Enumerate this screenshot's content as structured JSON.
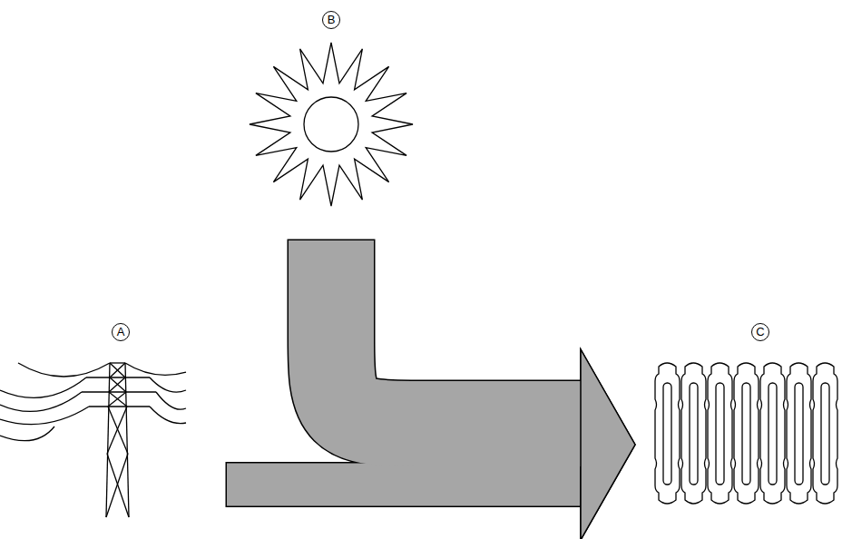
{
  "diagram": {
    "nodes": [
      {
        "text": [
          "A"
        ]
      },
      {
        "text": [
          "B"
        ]
      },
      {
        "text": [
          "C"
        ]
      }
    ],
    "edges": [
      {
        "from": 0,
        "to": 2,
        "arrow": "to"
      },
      {
        "from": 1,
        "to": 2,
        "arrow": "to"
      }
    ]
  }
}
